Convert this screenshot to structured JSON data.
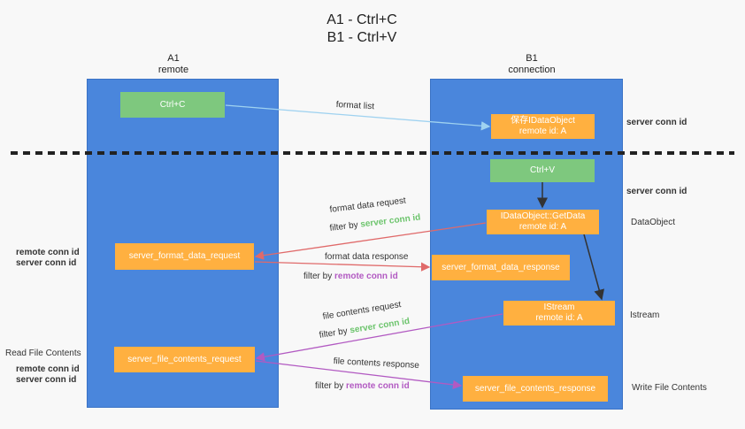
{
  "title": {
    "line1": "A1 - Ctrl+C",
    "line2": "B1 - Ctrl+V"
  },
  "lanes": {
    "a1": {
      "name": "A1",
      "sub": "remote"
    },
    "b1": {
      "name": "B1",
      "sub": "connection"
    }
  },
  "boxes": {
    "ctrl_c": "Ctrl+C",
    "save_obj": {
      "l1": "保存IDataObject",
      "l2": "remote id: A"
    },
    "ctrl_v": "Ctrl+V",
    "getdata": {
      "l1": "IDataObject::GetData",
      "l2": "remote id: A"
    },
    "sfdreq": "server_format_data_request",
    "sfdresp": "server_format_data_response",
    "istream": {
      "l1": "IStream",
      "l2": "remote id: A"
    },
    "sfcreq": "server_file_contents_request",
    "sfcresp": "server_file_contents_response"
  },
  "labels": {
    "format_list": "format list",
    "format_data_request": "format data request",
    "filter_by": "filter by",
    "server_conn_id": "server conn id",
    "remote_conn_id": "remote conn id",
    "format_data_response": "format data response",
    "file_contents_request": "file contents request",
    "file_contents_response": "file contents response"
  },
  "side": {
    "server_conn_id_1": "server conn id",
    "server_conn_id_2": "server conn id",
    "dataobject": "DataObject",
    "istream": "Istream",
    "write_file_contents": "Write File Contents",
    "read_file_contents": "Read File Contents",
    "remote_conn_id_1": "remote conn id",
    "server_conn_id_3": "server conn id",
    "remote_conn_id_2": "remote conn id",
    "server_conn_id_4": "server conn id"
  },
  "colors": {
    "lane": "#4a86dc",
    "green_box": "#7ec87e",
    "orange_box": "#ffb040",
    "arrow_blue": "#9fd2f0",
    "arrow_red": "#e06a6a",
    "arrow_purple": "#b25ac2",
    "arrow_dark": "#333333",
    "server_conn": "#6cc46c",
    "remote_conn": "#b25ac2"
  }
}
